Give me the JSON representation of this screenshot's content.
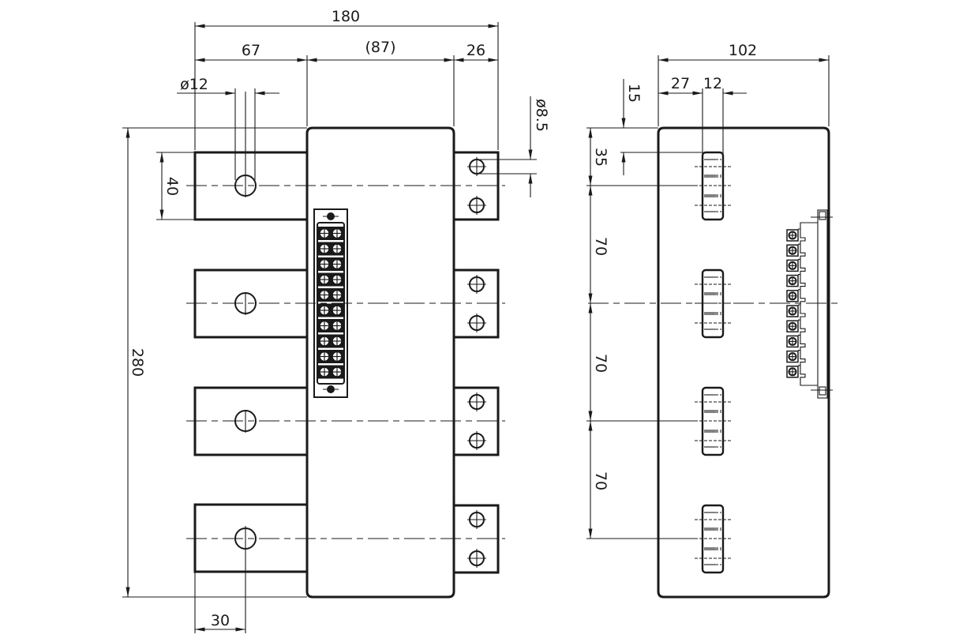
{
  "drawing": {
    "type": "technical-drawing",
    "views": [
      "front-view",
      "side-view"
    ],
    "line_color": "#1a1a1a",
    "background": "#ffffff"
  },
  "front_view": {
    "dimensions": {
      "overall_width": "180",
      "busbar_length": "67",
      "body_width": "(87)",
      "terminal_width": "26",
      "bolt_hole_diameter": "ø12",
      "terminal_hole_diameter": "ø8.5",
      "busbar_height": "40",
      "overall_height": "280",
      "hole_offset": "30"
    },
    "phases": 4,
    "terminal_block_rows": 10
  },
  "side_view": {
    "dimensions": {
      "overall_depth": "102",
      "slot_offset": "27",
      "slot_width": "12",
      "slot_top_offset": "15",
      "first_center": "35",
      "pitch_1": "70",
      "pitch_2": "70",
      "pitch_3": "70"
    },
    "slots": 4,
    "connector_pins": 10
  }
}
